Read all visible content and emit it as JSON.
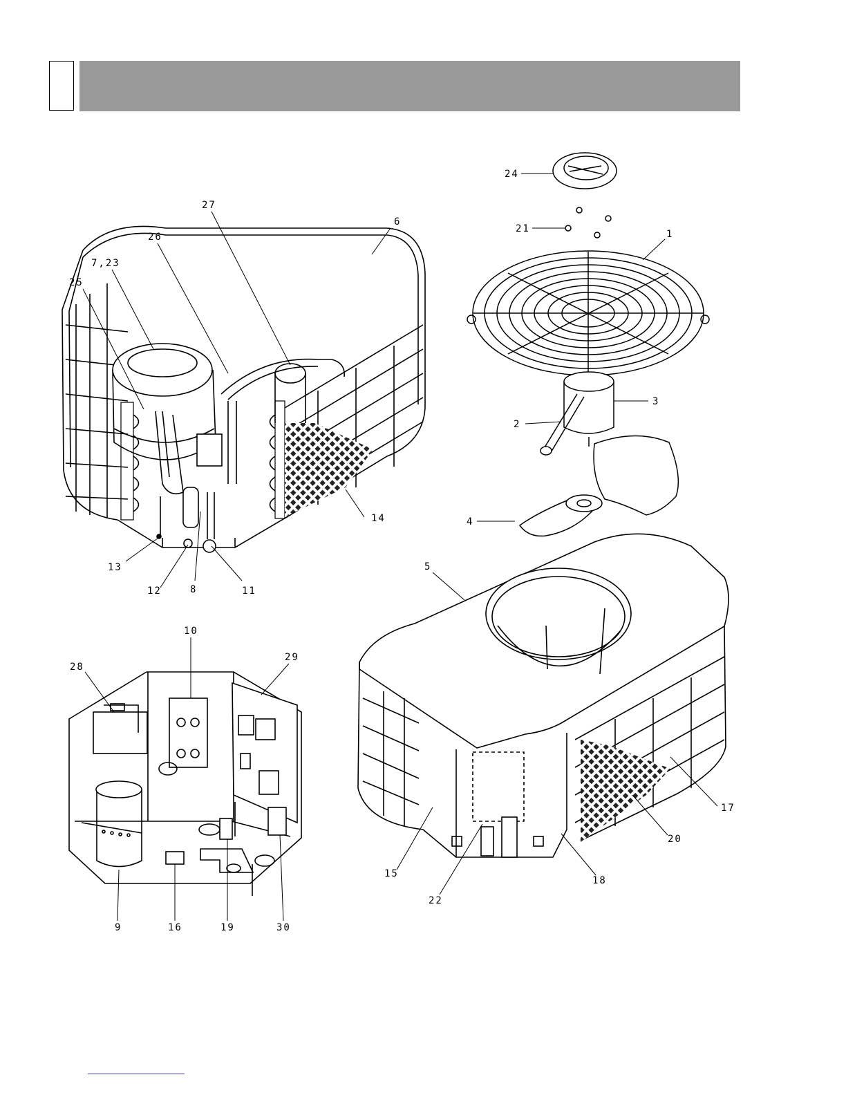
{
  "header": {
    "bar_color": "#999999"
  },
  "callouts": {
    "c1": "1",
    "c2": "2",
    "c3": "3",
    "c4": "4",
    "c5": "5",
    "c6": "6",
    "c7_23": "7,23",
    "c8": "8",
    "c9": "9",
    "c10": "10",
    "c11": "11",
    "c12": "12",
    "c13": "13",
    "c14": "14",
    "c15": "15",
    "c16": "16",
    "c17": "17",
    "c18": "18",
    "c19": "19",
    "c20": "20",
    "c21": "21",
    "c22": "22",
    "c24": "24",
    "c25": "25",
    "c26": "26",
    "c27": "27",
    "c28": "28",
    "c29": "29",
    "c30": "30"
  },
  "colors": {
    "line": "#000000",
    "mesh": "#222222"
  }
}
